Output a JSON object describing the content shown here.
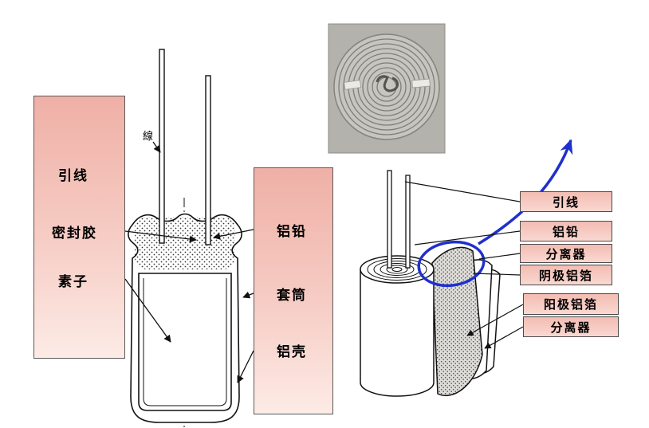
{
  "figure": {
    "left_panel": {
      "labels": [
        "引线",
        "密封胶",
        "素子"
      ]
    },
    "middle_panel": {
      "labels": [
        "铝铅",
        "套筒",
        "铝壳"
      ]
    },
    "right_panel": {
      "labels": [
        "引线",
        "铝铅",
        "分离器",
        "阴极铝箔",
        "阳极铝箔",
        "分离器"
      ]
    },
    "wire_note": "線"
  },
  "colors": {
    "panel-pink-top": "#efb0a6",
    "panel-pink-mid": "#f6cdc5",
    "panel-pink-bottom": "#fdebe6",
    "tag-pink-top": "#f3bcb2",
    "tag-pink-bottom": "#f9d8d1",
    "highlight-blue": "#2030cc",
    "line-color": "#111111",
    "photo-bg": "#b3b2ac"
  }
}
